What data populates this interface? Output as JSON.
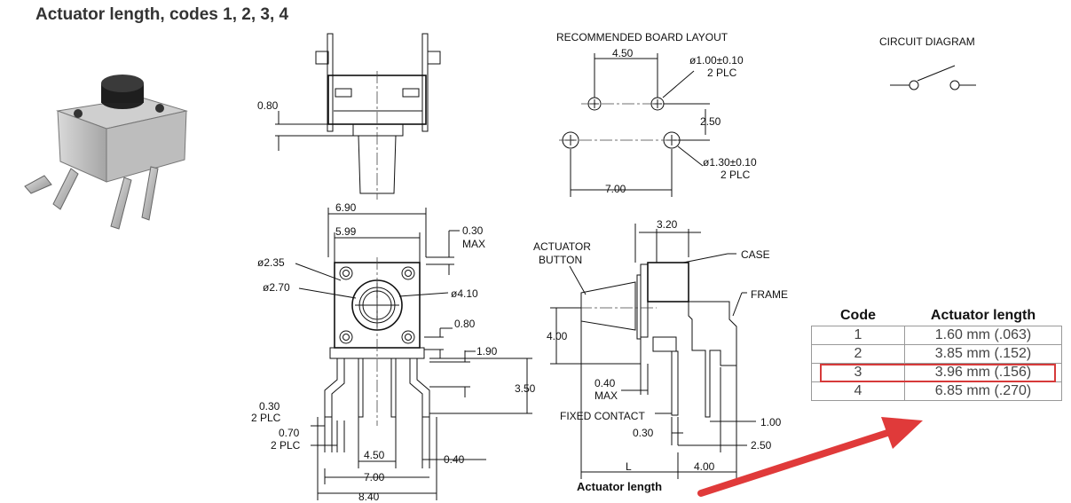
{
  "title": "Actuator length, codes 1, 2, 3, 4",
  "board_layout": {
    "heading": "RECOMMENDED BOARD LAYOUT",
    "dim_450": "4.50",
    "hole_small": "ø1.00±0.10",
    "hole_small_plc": "2 PLC",
    "dim_250": "2.50",
    "hole_large": "ø1.30±0.10",
    "hole_large_plc": "2 PLC",
    "dim_700": "7.00"
  },
  "circuit": {
    "heading": "CIRCUIT DIAGRAM"
  },
  "side_view": {
    "dim_080": "0.80"
  },
  "front_view": {
    "dim_690": "6.90",
    "dim_599": "5.99",
    "dim_030": "0.30",
    "dim_030_max": "MAX",
    "d235": "ø2.35",
    "d270": "ø2.70",
    "d410": "ø4.10",
    "dim_080": "0.80",
    "dim_190": "1.90",
    "dim_350": "3.50",
    "dim_030b": "0.30",
    "plc_a": "2 PLC",
    "dim_070": "0.70",
    "plc_b": "2 PLC",
    "dim_450": "4.50",
    "dim_040": "0.40",
    "dim_700": "7.00",
    "dim_840": "8.40"
  },
  "profile_view": {
    "dim_320": "3.20",
    "actuator": "ACTUATOR",
    "button": "BUTTON",
    "case": "CASE",
    "frame": "FRAME",
    "dim_400": "4.00",
    "dim_040": "0.40",
    "dim_040_max": "MAX",
    "fixed_contact": "FIXED CONTACT",
    "dim_100": "1.00",
    "dim_030": "0.30",
    "dim_250": "2.50",
    "dim_L": "L",
    "dim_400b": "4.00",
    "caption": "Actuator length"
  },
  "table": {
    "headers": [
      "Code",
      "Actuator length"
    ],
    "rows": [
      {
        "code": "1",
        "length": "1.60 mm (.063)"
      },
      {
        "code": "2",
        "length": "3.85 mm (.152)"
      },
      {
        "code": "3",
        "length": "3.96 mm (.156)"
      },
      {
        "code": "4",
        "length": "6.85 mm (.270)"
      }
    ],
    "highlighted_code": "3"
  },
  "colors": {
    "highlight": "#d63a3a",
    "arrow": "#e03a3a"
  }
}
